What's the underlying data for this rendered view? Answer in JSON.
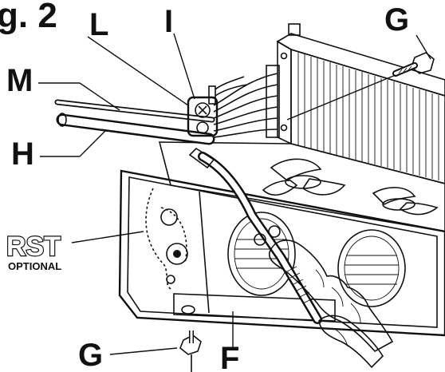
{
  "figure": {
    "title": "g. 2"
  },
  "labels": {
    "G_top": "G",
    "L": "L",
    "I": "I",
    "M": "M",
    "H": "H",
    "RST": "RST",
    "optional": "OPTIONAL",
    "G_bottom": "G",
    "F": "F"
  }
}
